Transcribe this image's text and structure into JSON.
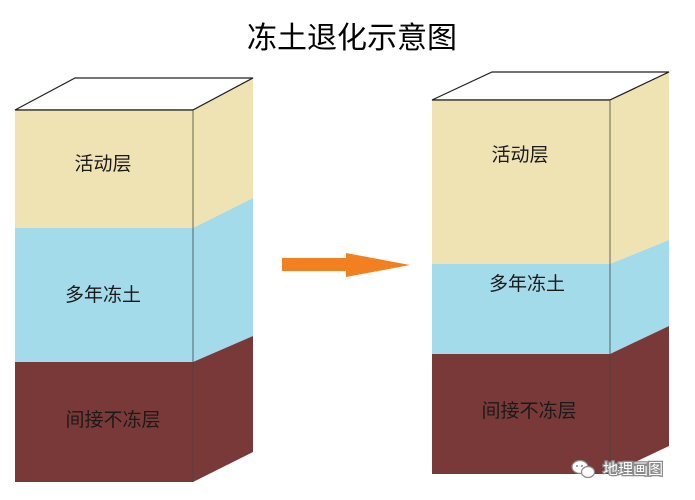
{
  "title": "冻土退化示意图",
  "before": {
    "active_layer": "活动层",
    "permafrost": "多年冻土",
    "talik": "间接不冻层"
  },
  "after": {
    "active_layer": "活动层",
    "permafrost": "多年冻土",
    "talik": "间接不冻层"
  },
  "watermark": "地理画图",
  "colors": {
    "active_layer": "#efe3b4",
    "permafrost": "#a3dbea",
    "talik": "#7a3939",
    "arrow": "#f28021",
    "outline": "#222222"
  },
  "icons": {
    "watermark": "wechat-icon",
    "transition": "right-arrow-icon"
  }
}
